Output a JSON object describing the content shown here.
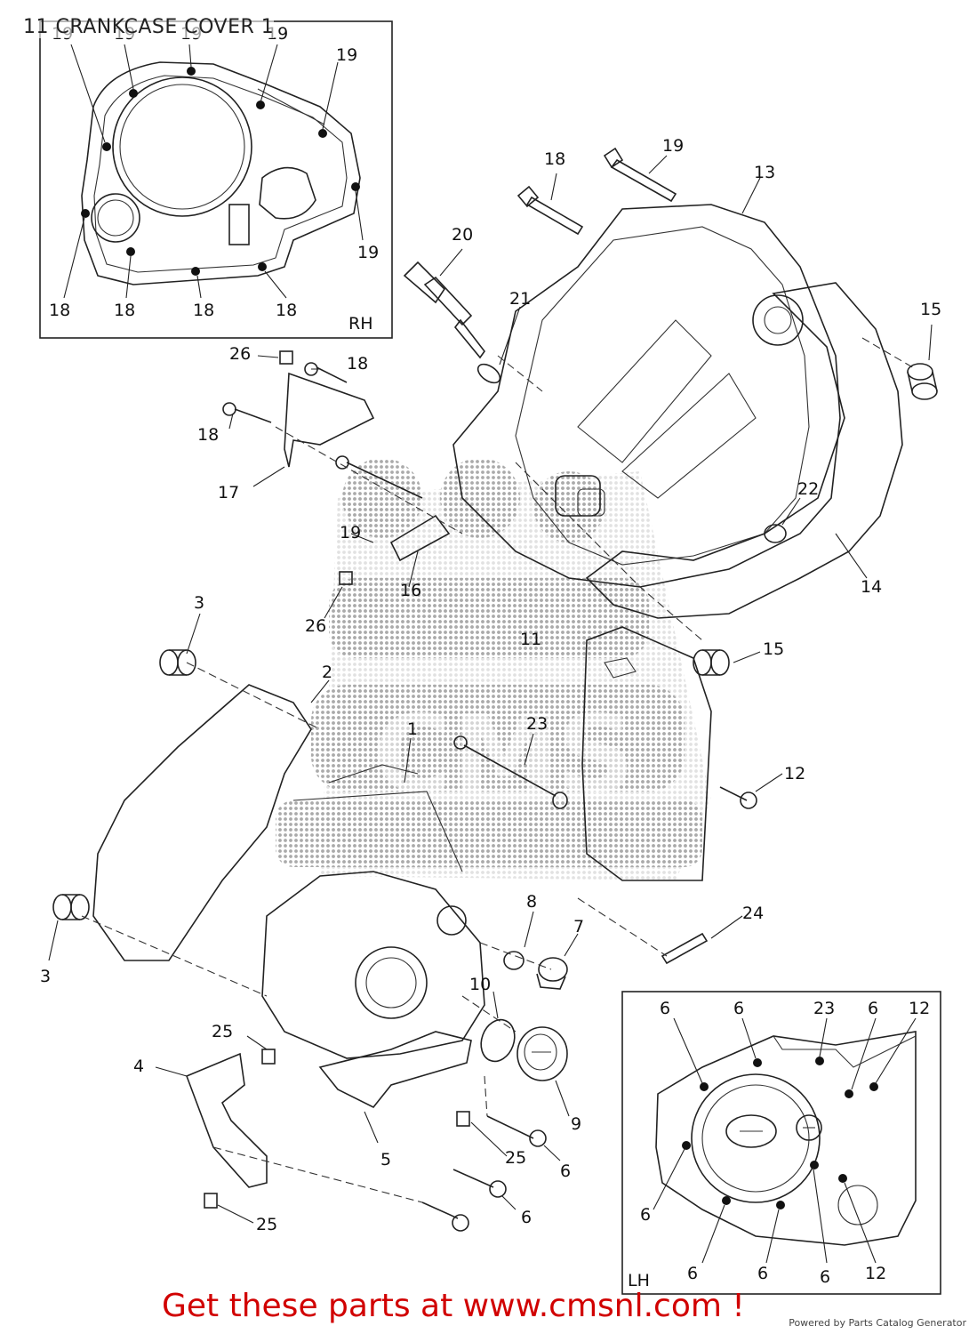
{
  "title": "11 CRANKCASE COVER 1",
  "footer": {
    "cta": "Get these parts at www.cmsnl.com !",
    "credit": "Powered by Parts Catalog Generator"
  },
  "watermark": "CMS",
  "insets": {
    "rh": {
      "label": "RH"
    },
    "lh": {
      "label": "LH"
    }
  },
  "callouts": [
    {
      "id": "rh-19a",
      "text": "19"
    },
    {
      "id": "rh-19b",
      "text": "19"
    },
    {
      "id": "rh-19c",
      "text": "19"
    },
    {
      "id": "rh-19d",
      "text": "19"
    },
    {
      "id": "rh-19e",
      "text": "19"
    },
    {
      "id": "rh-19f",
      "text": "19"
    },
    {
      "id": "rh-18a",
      "text": "18"
    },
    {
      "id": "rh-18b",
      "text": "18"
    },
    {
      "id": "rh-18c",
      "text": "18"
    },
    {
      "id": "rh-18d",
      "text": "18"
    },
    {
      "id": "m-18a",
      "text": "18"
    },
    {
      "id": "m-19a",
      "text": "19"
    },
    {
      "id": "m-13",
      "text": "13"
    },
    {
      "id": "m-20",
      "text": "20"
    },
    {
      "id": "m-21",
      "text": "21"
    },
    {
      "id": "m-15a",
      "text": "15"
    },
    {
      "id": "m-26a",
      "text": "26"
    },
    {
      "id": "m-18b",
      "text": "18"
    },
    {
      "id": "m-18c",
      "text": "18"
    },
    {
      "id": "m-17",
      "text": "17"
    },
    {
      "id": "m-22",
      "text": "22"
    },
    {
      "id": "m-14",
      "text": "14"
    },
    {
      "id": "m-19b",
      "text": "19"
    },
    {
      "id": "m-16",
      "text": "16"
    },
    {
      "id": "m-26b",
      "text": "26"
    },
    {
      "id": "m-11",
      "text": "11"
    },
    {
      "id": "m-15b",
      "text": "15"
    },
    {
      "id": "m-3a",
      "text": "3"
    },
    {
      "id": "m-2",
      "text": "2"
    },
    {
      "id": "m-23",
      "text": "23"
    },
    {
      "id": "m-1",
      "text": "1"
    },
    {
      "id": "m-12",
      "text": "12"
    },
    {
      "id": "m-8",
      "text": "8"
    },
    {
      "id": "m-7",
      "text": "7"
    },
    {
      "id": "m-24",
      "text": "24"
    },
    {
      "id": "m-3b",
      "text": "3"
    },
    {
      "id": "m-10",
      "text": "10"
    },
    {
      "id": "m-25a",
      "text": "25"
    },
    {
      "id": "m-4",
      "text": "4"
    },
    {
      "id": "m-9",
      "text": "9"
    },
    {
      "id": "m-5",
      "text": "5"
    },
    {
      "id": "m-25b",
      "text": "25"
    },
    {
      "id": "m-6a",
      "text": "6"
    },
    {
      "id": "m-6b",
      "text": "6"
    },
    {
      "id": "m-25c",
      "text": "25"
    },
    {
      "id": "lh-6a",
      "text": "6"
    },
    {
      "id": "lh-6b",
      "text": "6"
    },
    {
      "id": "lh-23",
      "text": "23"
    },
    {
      "id": "lh-6c",
      "text": "6"
    },
    {
      "id": "lh-12a",
      "text": "12"
    },
    {
      "id": "lh-6d",
      "text": "6"
    },
    {
      "id": "lh-6e",
      "text": "6"
    },
    {
      "id": "lh-6f",
      "text": "6"
    },
    {
      "id": "lh-6g",
      "text": "6"
    },
    {
      "id": "lh-12b",
      "text": "12"
    }
  ]
}
